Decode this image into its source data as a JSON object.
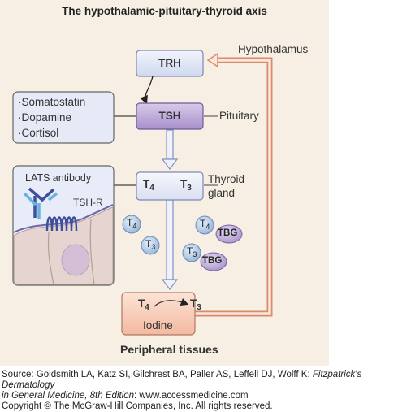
{
  "title": "The hypothalamic-pituitary-thyroid axis",
  "nodes": {
    "trh": "TRH",
    "tsh": "TSH",
    "t4": "T",
    "t4_sub": "4",
    "t3": "T",
    "t3_sub": "3",
    "conv_t4": "T",
    "conv_t4_sub": "4",
    "conv_t3": "T",
    "conv_t3_sub": "3",
    "iodine": "Iodine"
  },
  "labels": {
    "hypothalamus": "Hypothalamus",
    "pituitary": "Pituitary",
    "thyroid_line1": "Thyroid",
    "thyroid_line2": "gland",
    "peripheral": "Peripheral tissues",
    "lats": "LATS antibody",
    "tshr": "TSH-R"
  },
  "inhibitors": [
    "Somatostatin",
    "Dopamine",
    "Cortisol"
  ],
  "free_hormones": [
    {
      "main": "T",
      "sub": "4"
    },
    {
      "main": "T",
      "sub": "3"
    }
  ],
  "bound_hormones": [
    {
      "main": "T",
      "sub": "4",
      "carrier": "TBG"
    },
    {
      "main": "T",
      "sub": "3",
      "carrier": "TBG"
    }
  ],
  "source_line1_prefix": "Source: Goldsmith LA, Katz SI, Gilchrest BA, Paller AS, Leffell DJ, Wolff K: ",
  "source_book_a": "Fitzpatrick's Dermatology",
  "source_book_b": "in General Medicine, 8th Edition",
  "source_suffix": ": www.accessmedicine.com",
  "copyright": "Copyright © The McGraw-Hill Companies, Inc. All rights reserved.",
  "colors": {
    "background": "#f7efe4",
    "trh_box": "#dfe6f5",
    "tsh_box": "#b9a6d4",
    "thyroid_box": "#e7ebf7",
    "peripheral_box": "#f6c9b5",
    "arrow_blue": "#8a96c8",
    "feedback_orange": "#d99070",
    "molecule": "#b4cde6",
    "tbg": "#c0b0d8"
  }
}
